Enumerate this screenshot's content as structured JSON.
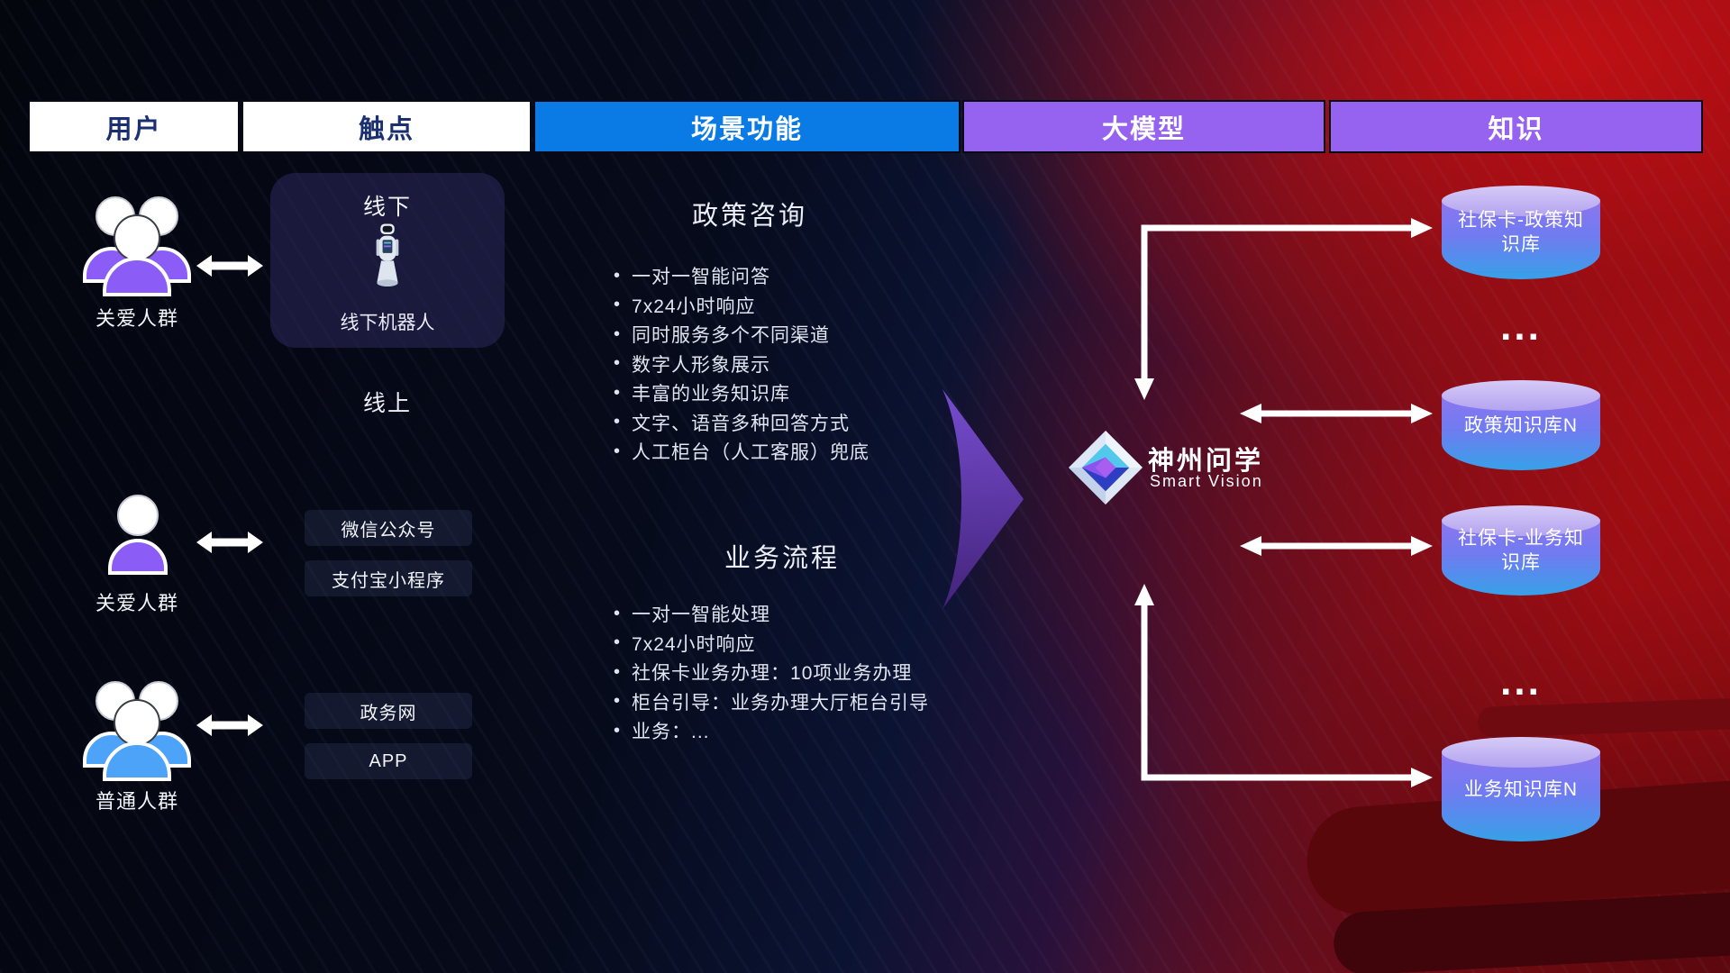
{
  "headers": [
    {
      "label": "用户"
    },
    {
      "label": "触点"
    },
    {
      "label": "场景功能"
    },
    {
      "label": "大模型"
    },
    {
      "label": "知识"
    }
  ],
  "users": {
    "groups": [
      {
        "label": "关爱人群",
        "icon": "users-group-purple-icon"
      },
      {
        "label": "关爱人群",
        "icon": "user-single-purple-icon"
      },
      {
        "label": "普通人群",
        "icon": "users-group-blue-icon"
      }
    ]
  },
  "touchpoints": {
    "offline_title": "线下",
    "offline_robot_label": "线下机器人",
    "online_label": "线上",
    "channels": [
      "微信公众号",
      "支付宝小程序",
      "政务网",
      "APP"
    ]
  },
  "scenarios": [
    {
      "title": "政策咨询",
      "items": [
        "一对一智能问答",
        "7x24小时响应",
        "同时服务多个不同渠道",
        "数字人形象展示",
        "丰富的业务知识库",
        "文字、语音多种回答方式",
        "人工柜台（人工客服）兜底"
      ]
    },
    {
      "title": "业务流程",
      "items": [
        "一对一智能处理",
        "7x24小时响应",
        "社保卡业务办理：10项业务办理",
        "柜台引导：业务办理大厅柜台引导",
        "业务：..."
      ]
    }
  ],
  "model": {
    "name": "神州问学",
    "subtitle": "Smart Vision",
    "icon": "diamond-logo-icon"
  },
  "knowledge": {
    "databases": [
      "社保卡-政策知识库",
      "政策知识库N",
      "社保卡-业务知识库",
      "业务知识库N"
    ],
    "ellipsis": "..."
  },
  "colors": {
    "header_text_dark": "#1b3070",
    "header_blue": "#0a7be5",
    "header_purple": "#9663f1",
    "user_purple": "#8b5cf6",
    "user_blue": "#4da3f7",
    "cylinder_top": "#c9bcf4",
    "cylinder_purple": "#8d75ef",
    "cylinder_blue": "#36a1e8",
    "background_red": "#a20e14",
    "background_navy": "#0b1332",
    "arrow_white": "#ffffff"
  }
}
